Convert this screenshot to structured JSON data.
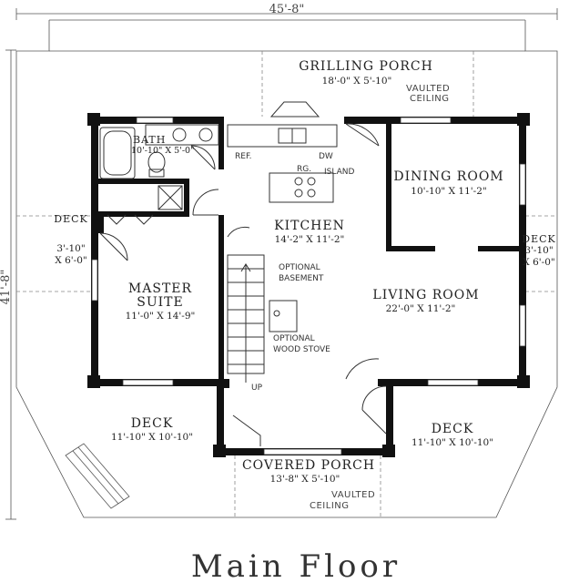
{
  "overall_width": "45'-8\"",
  "overall_depth": "41'-8\"",
  "floor_title": "Main Floor",
  "rooms": {
    "grilling_porch": {
      "name": "GRILLING PORCH",
      "size": "18'-0\" X 5'-10\""
    },
    "bath": {
      "name": "BATH",
      "size": "10'-10\" X 5'-0\""
    },
    "dining_room": {
      "name": "DINING ROOM",
      "size": "10'-10\" X 11'-2\""
    },
    "kitchen": {
      "name": "KITCHEN",
      "size": "14'-2\" X 11'-2\""
    },
    "master_suite": {
      "name_line1": "MASTER",
      "name_line2": "SUITE",
      "size": "11'-0\" X 14'-9\""
    },
    "living_room": {
      "name": "LIVING ROOM",
      "size": "22'-0\" X 11'-2\""
    },
    "deck_left": {
      "name": "DECK",
      "size_line1": "3'-10\"",
      "size_line2": "X 6'-0\""
    },
    "deck_right": {
      "name": "DECK",
      "size_line1": "3'-10\"",
      "size_line2": "X 6'-0\""
    },
    "deck_lower_left": {
      "name": "DECK",
      "size": "11'-10\" X 10'-10\""
    },
    "deck_lower_right": {
      "name": "DECK",
      "size": "11'-10\" X 10'-10\""
    },
    "covered_porch": {
      "name": "COVERED PORCH",
      "size": "13'-8\" X 5'-10\""
    }
  },
  "notes": {
    "vaulted_top_1": "VAULTED",
    "vaulted_top_2": "CEILING",
    "vaulted_bottom_1": "VAULTED",
    "vaulted_bottom_2": "CEILING",
    "ref": "REF.",
    "dw": "DW",
    "rg": "RG.",
    "island": "ISLAND",
    "optional_basement_1": "OPTIONAL",
    "optional_basement_2": "BASEMENT",
    "optional_wood_stove_1": "OPTIONAL",
    "optional_wood_stove_2": "WOOD STOVE",
    "up": "UP"
  }
}
